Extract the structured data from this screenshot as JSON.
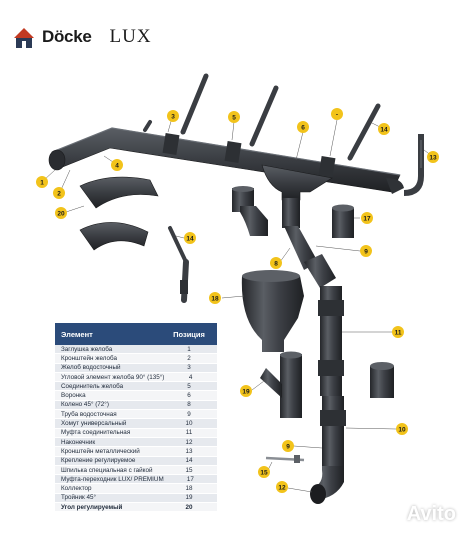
{
  "brand": {
    "name": "Döcke",
    "line": "LUX"
  },
  "table": {
    "header_element": "Элемент",
    "header_position": "Позиция",
    "rows": [
      {
        "name": "Заглушка желоба",
        "pos": "1"
      },
      {
        "name": "Кронштейн желоба",
        "pos": "2"
      },
      {
        "name": "Желоб водосточный",
        "pos": "3"
      },
      {
        "name": "Угловой элемент желоба 90° (135°)",
        "pos": "4"
      },
      {
        "name": "Соединитель желоба",
        "pos": "5"
      },
      {
        "name": "Воронка",
        "pos": "6"
      },
      {
        "name": "Колено 45° (72°)",
        "pos": "8"
      },
      {
        "name": "Труба водосточная",
        "pos": "9"
      },
      {
        "name": "Хомут универсальный",
        "pos": "10"
      },
      {
        "name": "Муфта соединительная",
        "pos": "11"
      },
      {
        "name": "Наконечник",
        "pos": "12"
      },
      {
        "name": "Кронштейн металлический",
        "pos": "13"
      },
      {
        "name": "Крепление регулируемое",
        "pos": "14"
      },
      {
        "name": "Шпилька специальная с гайкой",
        "pos": "15"
      },
      {
        "name": "Муфта-переходник LUX/ PREMIUM",
        "pos": "17"
      },
      {
        "name": "Коллектор",
        "pos": "18"
      },
      {
        "name": "Тройник 45°",
        "pos": "19"
      },
      {
        "name": "Угол регулируемый",
        "pos": "20"
      }
    ]
  },
  "callouts": {
    "c1": "1",
    "c2": "2",
    "c3": "3",
    "c4": "4",
    "c5": "5",
    "c6": "6",
    "c7": "-",
    "c8": "8",
    "c9a": "9",
    "c9b": "9",
    "c10": "10",
    "c11": "11",
    "c12": "12",
    "c13": "13",
    "c14a": "14",
    "c14b": "14",
    "c15": "15",
    "c17": "17",
    "c18": "18",
    "c19": "19",
    "c20": "20"
  },
  "watermark": {
    "text": "Avito"
  },
  "colors": {
    "pipe": "#3a3d42",
    "pipe_dark": "#25272b",
    "pipe_light": "#5c6066",
    "callout": "#f2c31b",
    "table_header": "#2b4b7a"
  }
}
